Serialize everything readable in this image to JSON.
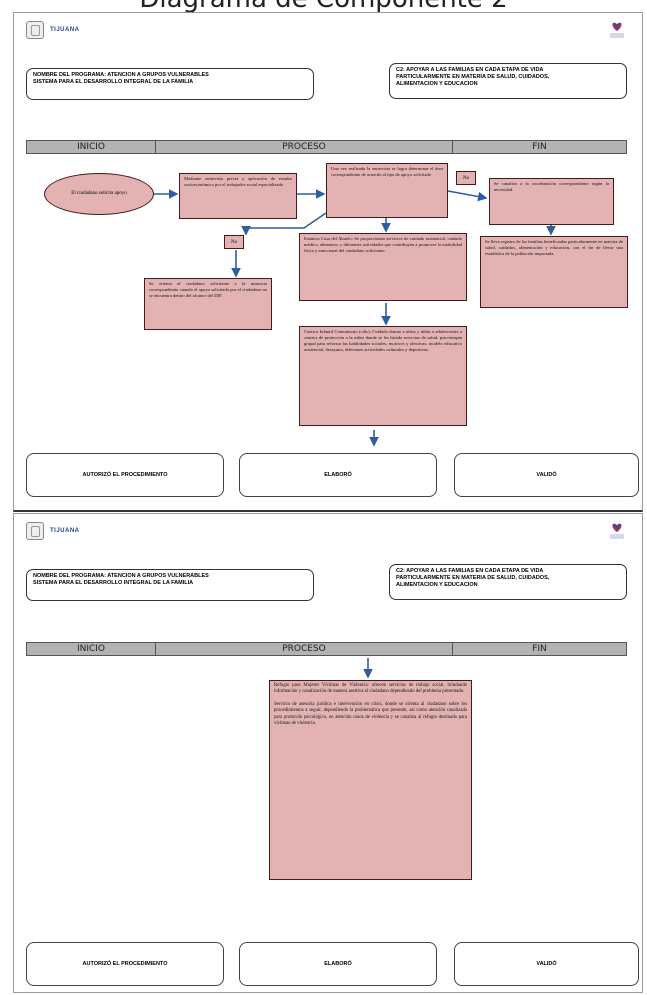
{
  "title": "Diagrama de Componente 2",
  "logo_text": "TIJUANA",
  "program_lines": [
    "NOMBRE DEL PROGRAMA: ATENCION A GRUPOS VULNERABLES",
    "SISTEMA PARA EL DESARROLLO INTEGRAL DE LA FAMILIA"
  ],
  "component_lines": [
    "C2: APOYAR A LAS FAMILIAS EN CADA ETAPA DE VIDA",
    "PARTICULARMENTE EN MATERIA DE SALUD, CUIDADOS,",
    "ALIMENTACION Y EDUCACION"
  ],
  "phases": {
    "inicio": "INICIO",
    "proceso": "PROCESO",
    "fin": "FIN"
  },
  "page1": {
    "start": "El ciudadano solicita apoyo",
    "interview": "Mediante entrevista previa y aplicación de estudio socioeconómico por el trabajador social especializado",
    "determine": "Una vez realizada la entrevista se logra determinar el área correspondiente de acuerdo al tipo de apoyo solicitado",
    "no_label_1": "No",
    "no_label_2": "No",
    "redirect": "Se orienta al ciudadano solicitante a la instancia correspondiente cuando el apoyo solicitado por el ciudadano no se encuentra dentro del alcance del DIF.",
    "casa_abuelo": "Estancia Casa del Abuelo: Se proporcionan servicios de cuidado asistencial, cuidado médico, alimentos, y diferentes actividades que contribuyen a promover la estabilidad física y emocional del ciudadano solicitante.",
    "cic": "Centros Infantil Comunitario (cdic): Cuidado diurno a niños y niñas o adolescentes a centros de protección a la niñez donde se les brinda servicios de salud, psicoterapia grupal para reforzar las habilidades sociales, motrices y afectivas, modelo educativo asistencial, desayuno, diferentes actividades culturales y deportivas.",
    "canaliza": "Se canaliza a la coordinación correspondiente según la necesidad.",
    "registro": "Se lleva registro de las familias beneficiadas particularmente en materia de salud, cuidados, alimentación y educación, con el fin de llevar una estadística de la población impactada."
  },
  "page2": {
    "refugio": "Refugio para Mujeres Víctimas de Violencia: ofrecen servicios de trabajo social, brindando información y canalización de manera asertiva al ciudadano dependiendo del problema presentado.",
    "asesoria": "Servicio de asesoría jurídica e intervención en crisis, donde se orienta al ciudadano sobre los procedimientos a seguir, dependiendo la problemática que presente, así como atención canalizada para protocolo psicológico, en atención casos de violencia y se canaliza al refugio destinado para víctimas de violencia."
  },
  "footer": {
    "authorized": "AUTORIZÓ EL PROCEDIMIENTO",
    "prepared": "ELABORÓ",
    "validated": "VALIDÓ"
  },
  "colors": {
    "box_fill": "#e3b3b3",
    "box_border": "#4a1a1a",
    "arrow": "#2f5d9e",
    "phase_bar": "#b3b3b3"
  }
}
